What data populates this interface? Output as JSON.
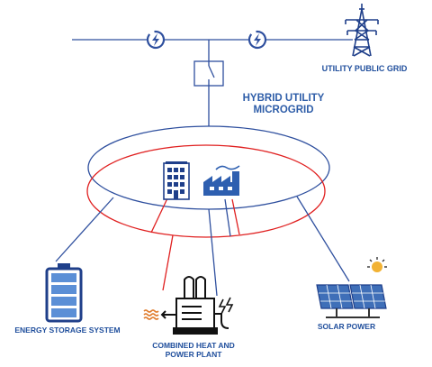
{
  "labels": {
    "utility_grid": "UTILITY PUBLIC GRID",
    "microgrid_line1": "HYBRID UTILITY",
    "microgrid_line2": "MICROGRID",
    "energy_storage": "ENERGY STORAGE SYSTEM",
    "chp_line1": "COMBINED HEAT AND",
    "chp_line2": "POWER PLANT",
    "solar": "SOLAR POWER"
  },
  "icons": {
    "transmission_tower": "transmission-tower-icon",
    "lightning": "lightning-bolt-icon",
    "switch": "switch-icon",
    "building": "office-building-icon",
    "factory": "factory-icon",
    "battery": "battery-icon",
    "chp_plant": "power-plant-icon",
    "solar_panel": "solar-panel-icon",
    "sun": "sun-icon"
  },
  "colors": {
    "blue": "#2e4f9e",
    "dark_blue": "#1f3f8a",
    "red": "#e02020",
    "battery_fill": "#5b8fd6",
    "heat": "#e07a2a",
    "sun": "#f2b233",
    "panel": "#3f6fb8"
  }
}
